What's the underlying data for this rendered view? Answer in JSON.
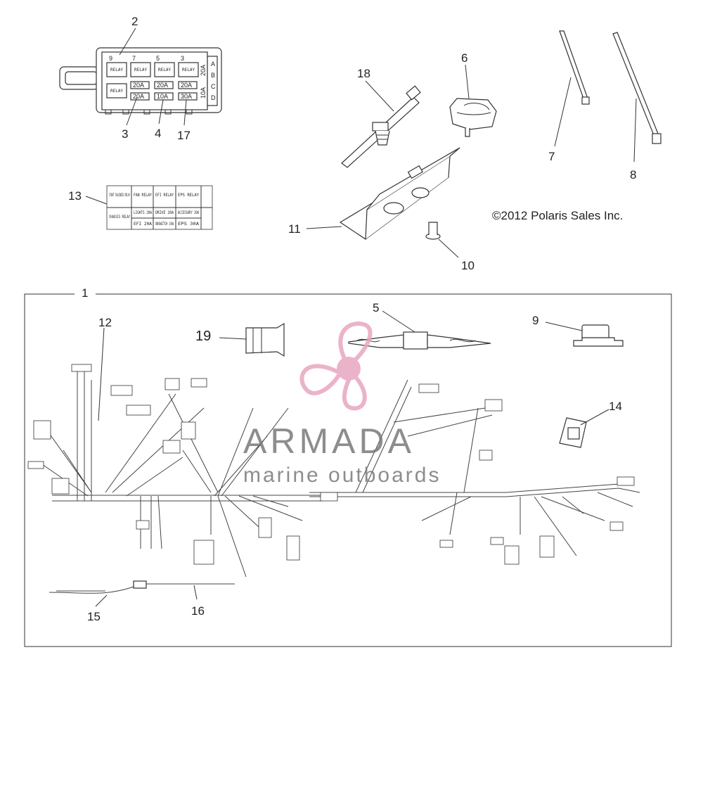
{
  "copyright": "©2012 Polaris Sales Inc.",
  "callouts": [
    {
      "id": "c1",
      "text": "1"
    },
    {
      "id": "c2",
      "text": "2"
    },
    {
      "id": "c3",
      "text": "3"
    },
    {
      "id": "c4",
      "text": "4"
    },
    {
      "id": "c5",
      "text": "5"
    },
    {
      "id": "c6",
      "text": "6"
    },
    {
      "id": "c7",
      "text": "7"
    },
    {
      "id": "c8",
      "text": "8"
    },
    {
      "id": "c9",
      "text": "9"
    },
    {
      "id": "c10",
      "text": "10"
    },
    {
      "id": "c11",
      "text": "11"
    },
    {
      "id": "c12",
      "text": "12"
    },
    {
      "id": "c13",
      "text": "13"
    },
    {
      "id": "c14",
      "text": "14"
    },
    {
      "id": "c15",
      "text": "15"
    },
    {
      "id": "c16",
      "text": "16"
    },
    {
      "id": "c17",
      "text": "17"
    },
    {
      "id": "c18",
      "text": "18"
    },
    {
      "id": "c19",
      "text": "19"
    }
  ],
  "fuse_box": {
    "slot_numbers": [
      "9",
      "7",
      "5",
      "3"
    ],
    "row_letters": [
      "A",
      "B",
      "C",
      "D"
    ],
    "relay_label": "RELAY",
    "fuses_row1": [
      "20A",
      "20A",
      "20A"
    ],
    "fuses_row2": [
      "20A",
      "10A",
      "30A"
    ],
    "side_fuses": [
      "20A",
      "10A"
    ]
  },
  "fuse_label": {
    "cells": [
      "START SOLENOID RELAY",
      "FAN RELAY",
      "EFI RELAY",
      "EPS RELAY",
      "CHASSIS RELAY",
      "LIGHTS 20A",
      "DRIVE 20A",
      "ACCESSORY 20A",
      "EFI 20A",
      "UNSWITCH 10A",
      "EPS 30A"
    ]
  },
  "watermark": {
    "brand": "ARMADA",
    "tagline": "marine outboards",
    "brand_color": "#7a7a7a",
    "logo_color": "#e8a6c1"
  }
}
